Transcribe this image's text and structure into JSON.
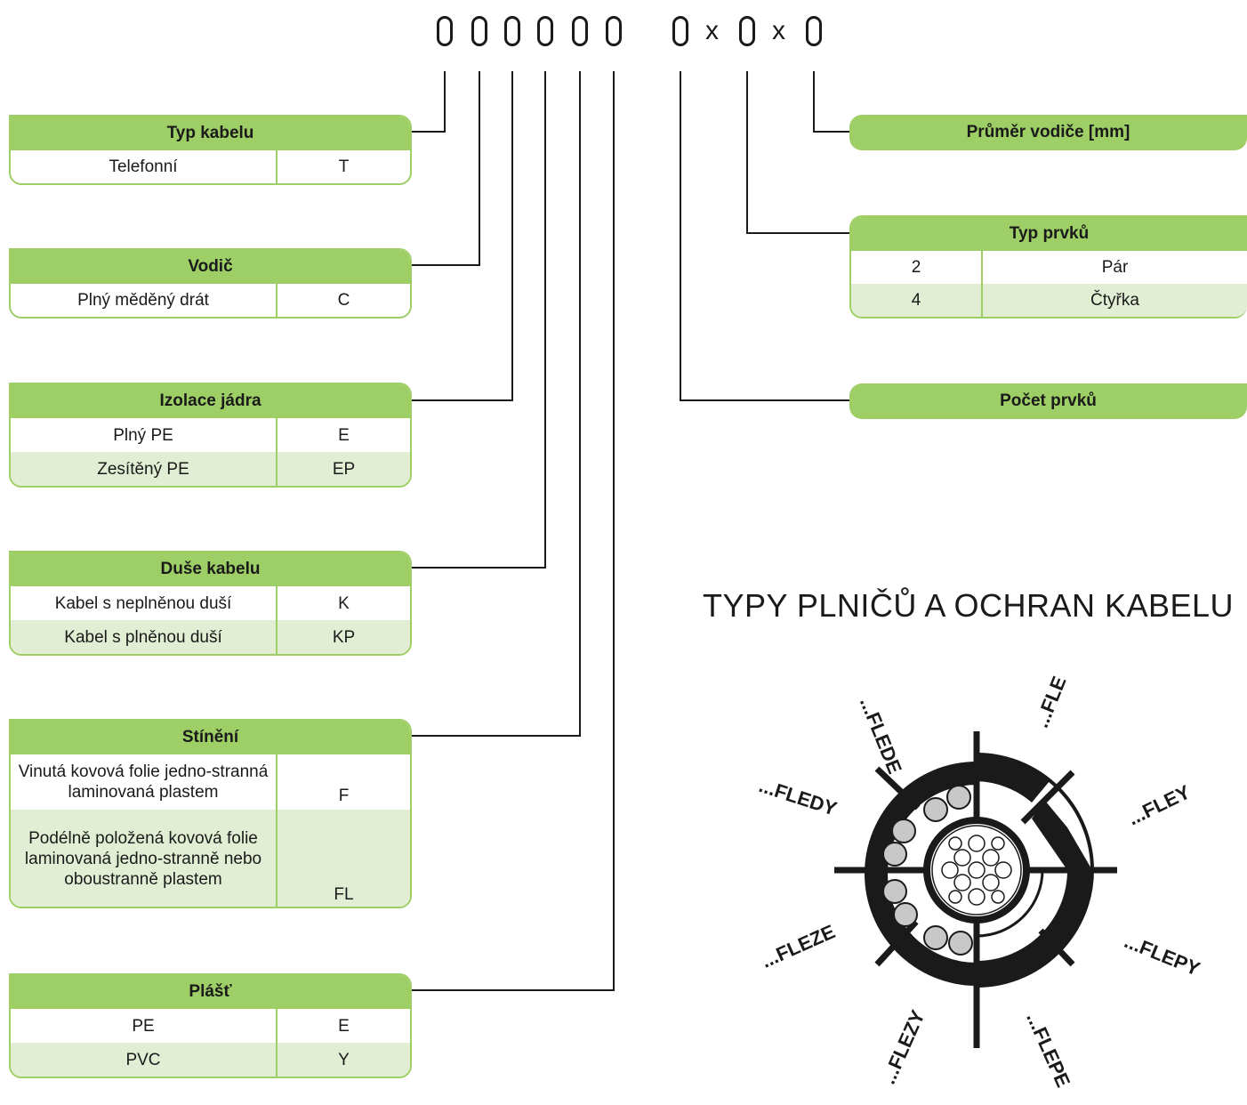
{
  "code": {
    "separators": [
      "x",
      "x"
    ]
  },
  "left_boxes": [
    {
      "title": "Typ kabelu",
      "rows": [
        {
          "label": "Telefonní",
          "code": "T"
        }
      ]
    },
    {
      "title": "Vodič",
      "rows": [
        {
          "label": "Plný měděný drát",
          "code": "C"
        }
      ]
    },
    {
      "title": "Izolace jádra",
      "rows": [
        {
          "label": "Plný PE",
          "code": "E"
        },
        {
          "label": "Zesítěný PE",
          "code": "EP"
        }
      ]
    },
    {
      "title": "Duše kabelu",
      "rows": [
        {
          "label": "Kabel s neplněnou duší",
          "code": "K"
        },
        {
          "label": "Kabel s plněnou duší",
          "code": "KP"
        }
      ]
    },
    {
      "title": "Stínění",
      "rows": [
        {
          "label": "Vinutá kovová folie jedno-stranná laminovaná plastem",
          "code": "F"
        },
        {
          "label": "Podélně položená kovová folie laminovaná jedno-stranně nebo oboustranně plastem",
          "code": "FL"
        }
      ]
    },
    {
      "title": "Plášť",
      "rows": [
        {
          "label": "PE",
          "code": "E"
        },
        {
          "label": "PVC",
          "code": "Y"
        }
      ]
    }
  ],
  "right_boxes": {
    "diameter": {
      "title": "Průměr vodiče [mm]"
    },
    "element_type": {
      "title": "Typ prvků",
      "rows": [
        {
          "code": "2",
          "label": "Pár"
        },
        {
          "code": "4",
          "label": "Čtyřka"
        }
      ]
    },
    "element_count": {
      "title": "Počet prvků"
    }
  },
  "section_title": "TYPY PLNIČŮ A OCHRAN KABELU",
  "cable_types": [
    "...FLEDE",
    "...FLE",
    "...FLEDY",
    "...FLEY",
    "...FLEZE",
    "...FLEPY",
    "...FLEZY",
    "...FLEPE"
  ],
  "colors": {
    "accent": "#9ecf66",
    "alt_row": "#e1eed3",
    "ink": "#1a1a1a"
  }
}
